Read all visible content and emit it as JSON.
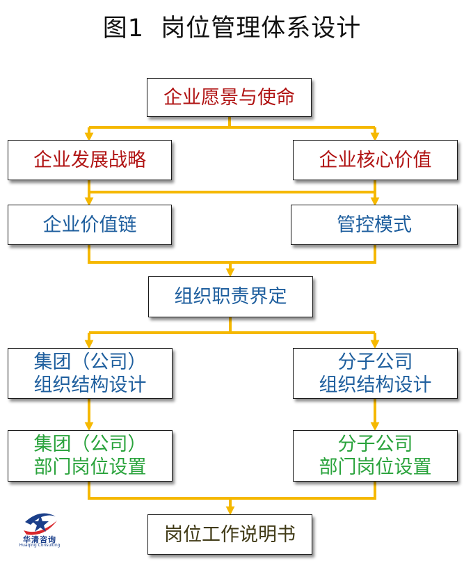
{
  "title": "图1  岗位管理体系设计",
  "colors": {
    "connector": "#f5b800",
    "red_text": "#b01313",
    "blue_text": "#1f5f9e",
    "green_text": "#2aa33c",
    "brown_text": "#403a16"
  },
  "nodes": {
    "vision_mission": "企业愿景与使命",
    "strategy": "企业发展战略",
    "core_values": "企业核心价值",
    "value_chain": "企业价值链",
    "control_mode": "管控模式",
    "responsibility": "组织职责界定",
    "group_org_line1": "集团（公司）",
    "group_org_line2": "组织结构设计",
    "sub_org_line1": "分子公司",
    "sub_org_line2": "组织结构设计",
    "group_posts_line1": "集团（公司）",
    "group_posts_line2": "部门岗位设置",
    "sub_posts_line1": "分子公司",
    "sub_posts_line2": "部门岗位设置",
    "job_description": "岗位工作说明书"
  },
  "logo": {
    "name_cn": "华清咨询",
    "name_en": "Huaqing Consulting"
  }
}
